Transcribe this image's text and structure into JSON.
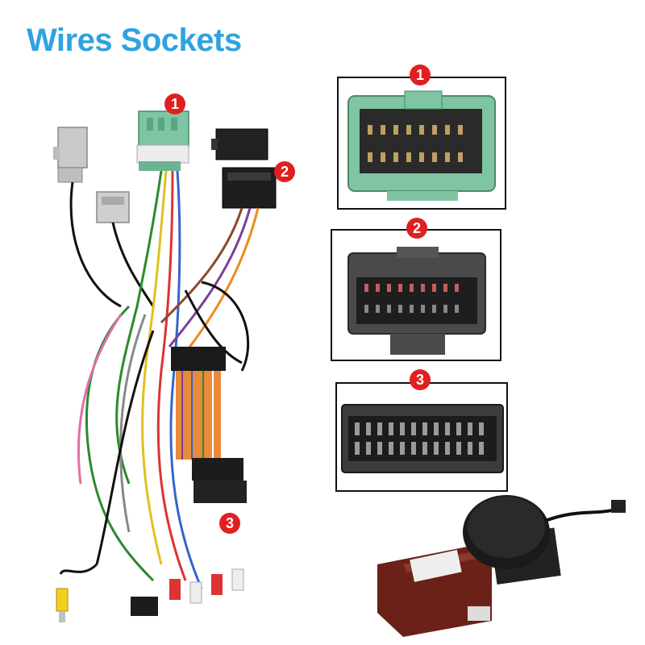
{
  "title": "Wires Sockets",
  "badges": {
    "one": "1",
    "two": "2",
    "three": "3"
  },
  "colors": {
    "title": "#2ea3e0",
    "badge": "#e02020",
    "frame": "#111111",
    "connector_green": "#7fc4a3"
  }
}
